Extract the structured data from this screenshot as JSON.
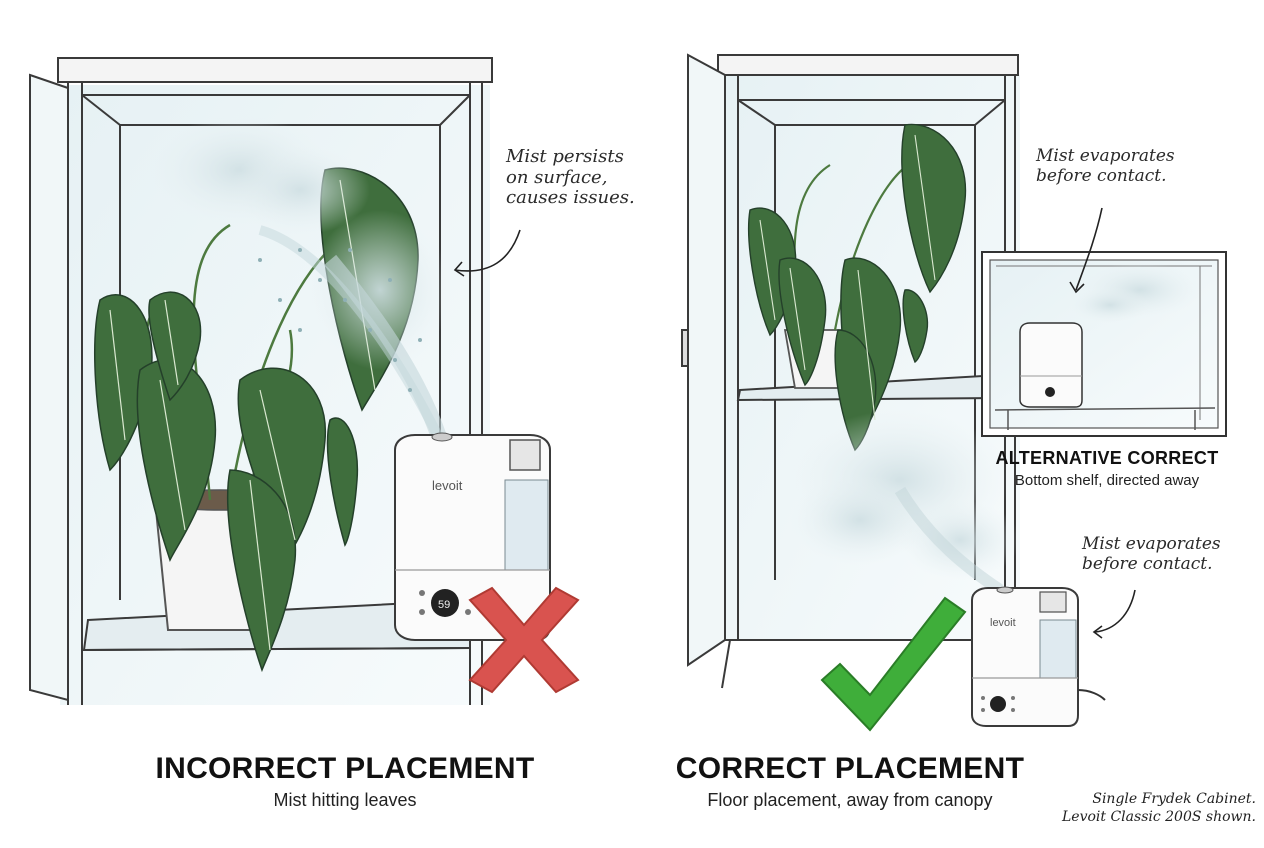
{
  "left_panel": {
    "title": "INCORRECT PLACEMENT",
    "subtitle": "Mist hitting leaves",
    "note_lines": [
      "Mist persists",
      "on surface,",
      "causes issues."
    ],
    "brand": "levoit",
    "display": "59"
  },
  "right_panel": {
    "title": "CORRECT PLACEMENT",
    "subtitle": "Floor placement, away from canopy",
    "top_note_lines": [
      "Mist evaporates",
      "before contact."
    ],
    "bottom_note_lines": [
      "Mist evaporates",
      "before contact."
    ],
    "inset_title": "ALTERNATIVE CORRECT",
    "inset_subtitle": "Bottom shelf, directed away",
    "brand": "levoit"
  },
  "caption_lines": [
    "Single Frydek Cabinet.",
    "Levoit Classic 200S shown."
  ],
  "colors": {
    "wrong_mark": "#d9534f",
    "right_mark": "#3fae3a",
    "leaf": "#3c6b3a",
    "glass_tint": "#dfeef2"
  }
}
